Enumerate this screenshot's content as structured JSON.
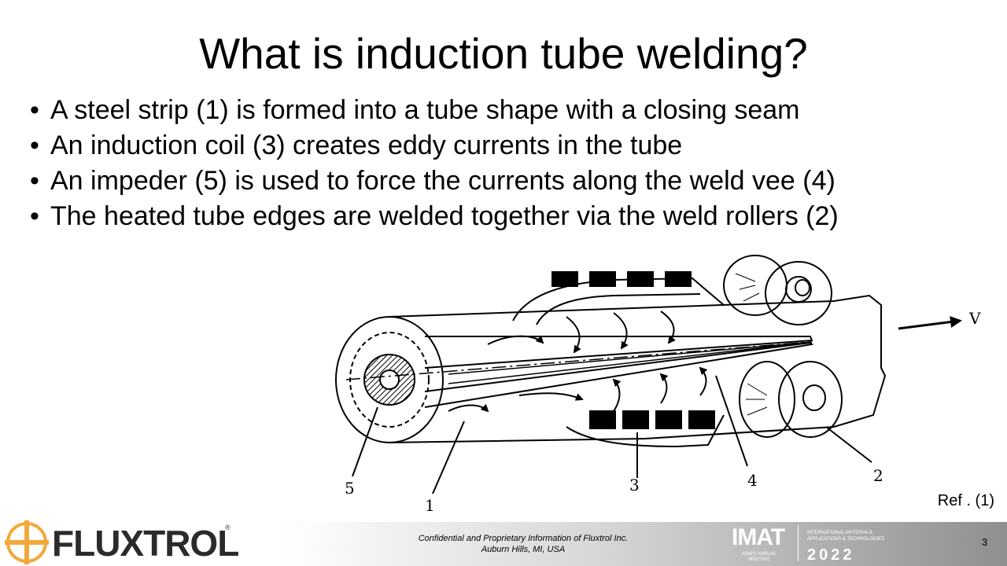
{
  "slide": {
    "title": "What is induction tube welding?",
    "bullets": [
      "A steel strip (1) is formed into a tube shape with a closing seam",
      "An induction coil (3) creates eddy currents in the tube",
      "An impeder (5) is used to force the currents along the weld vee (4)",
      "The heated tube edges are welded together via the weld rollers (2)"
    ],
    "bullet_glyph": "•"
  },
  "diagram": {
    "labels": {
      "strip": "1",
      "rollers": "2",
      "coil": "3",
      "vee": "4",
      "impeder": "5",
      "velocity": "V"
    }
  },
  "reference": "Ref . (1)",
  "footer": {
    "logo_text": "FLUXTROL",
    "logo_reg": "®",
    "confidential_line1": "Confidential and Proprietary Information of Fluxtrol Inc.",
    "confidential_line2": "Auburn Hills, MI, USA",
    "imat_main": "IMAT",
    "imat_sub": "ASM'S ANNUAL MEETING",
    "imat_intl_1": "INTERNATIONAL MATERIALS,",
    "imat_intl_2": "APPLICATIONS & TECHNOLOGIES",
    "imat_year": "2022",
    "page_number": "3",
    "colors": {
      "logo_orange": "#f2a93b",
      "logo_text": "#2b2b2b"
    }
  }
}
